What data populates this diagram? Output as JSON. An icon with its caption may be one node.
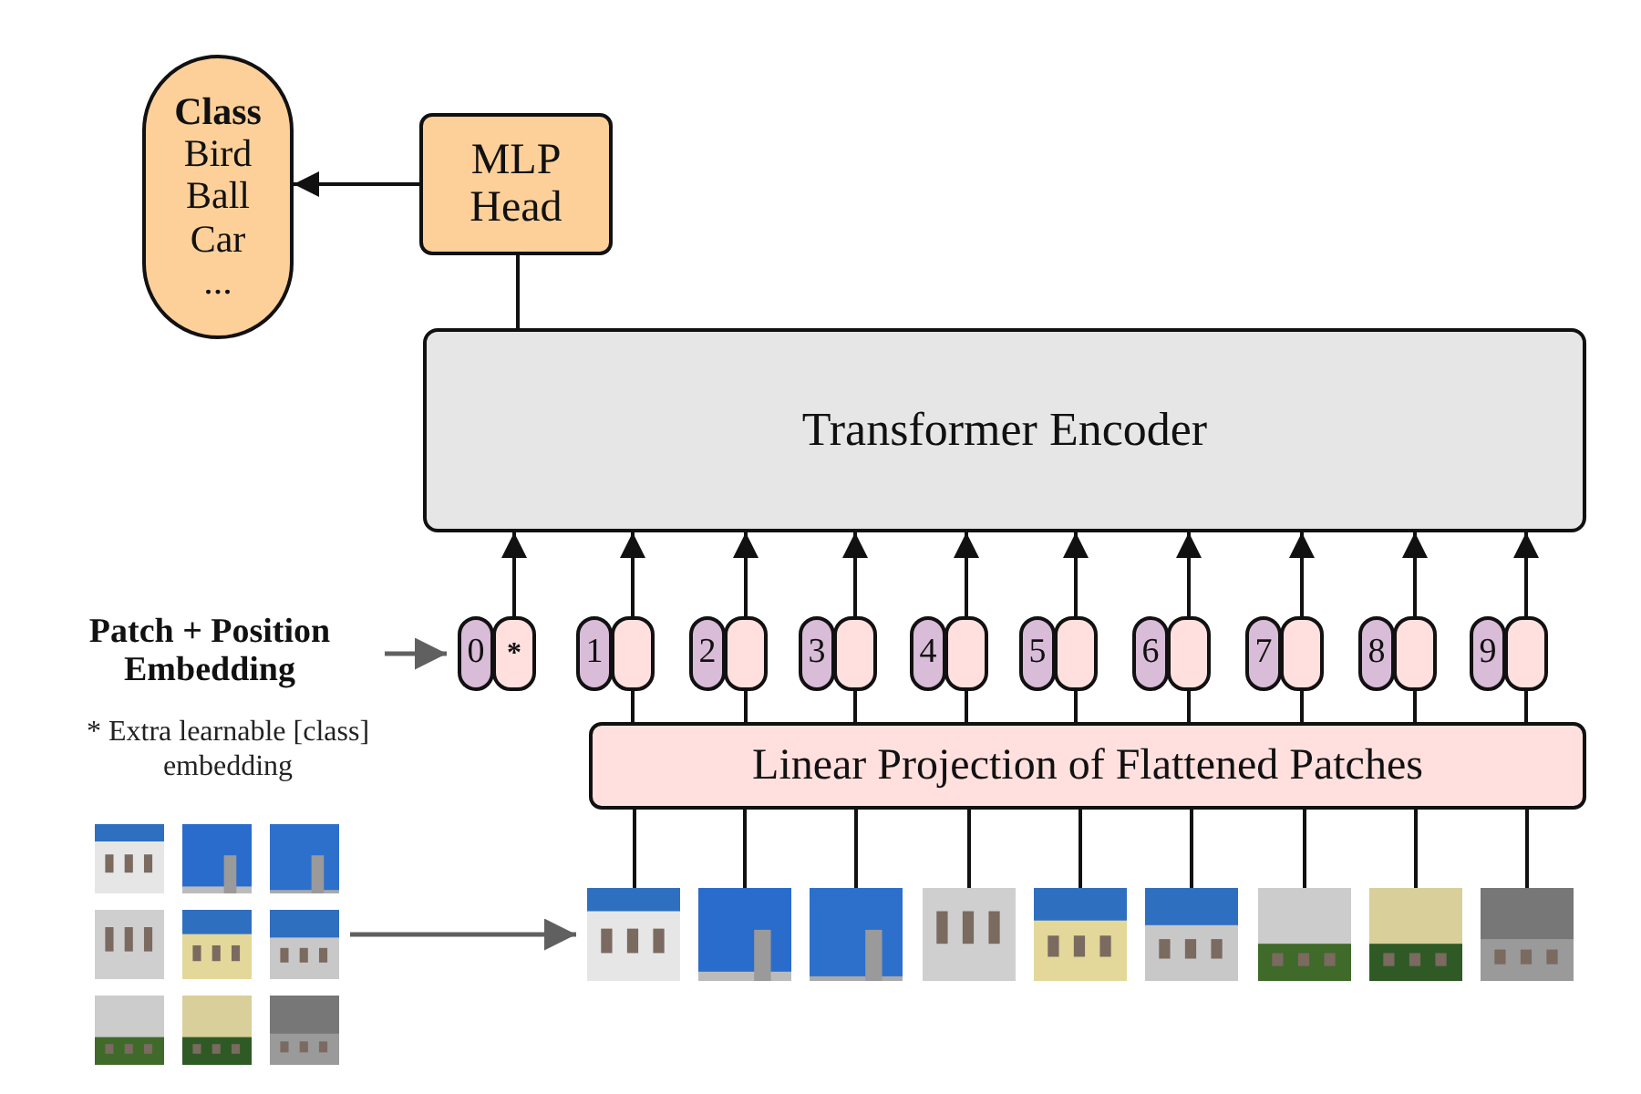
{
  "diagram": {
    "nodes": [
      {
        "text": [
          "Class",
          "Bird",
          "Ball",
          "Car",
          "..."
        ]
      },
      {
        "text": [
          "MLP Head"
        ]
      },
      {
        "text": [
          "Transformer Encoder"
        ]
      },
      {
        "text": [
          "Patch + Position Embedding"
        ]
      },
      {
        "text": [
          "0"
        ]
      },
      {
        "text": [
          "*"
        ]
      },
      {
        "text": [
          "1"
        ]
      },
      {
        "text": [],
        "shape": "box"
      },
      {
        "text": [
          "2"
        ]
      },
      {
        "text": [],
        "shape": "box"
      },
      {
        "text": [
          "3"
        ]
      },
      {
        "text": [],
        "shape": "box"
      },
      {
        "text": [
          "4"
        ]
      },
      {
        "text": [],
        "shape": "box"
      },
      {
        "text": [
          "5"
        ]
      },
      {
        "text": [],
        "shape": "box"
      },
      {
        "text": [
          "6"
        ]
      },
      {
        "text": [],
        "shape": "box"
      },
      {
        "text": [
          "7"
        ]
      },
      {
        "text": [],
        "shape": "box"
      },
      {
        "text": [
          "8"
        ]
      },
      {
        "text": [],
        "shape": "box"
      },
      {
        "text": [
          "9"
        ]
      },
      {
        "text": [],
        "shape": "box"
      },
      {
        "text": [
          "Linear Projection of Flattened Patches"
        ]
      },
      {
        "text": [],
        "shape": "picture"
      },
      {
        "text": [],
        "shape": "picture"
      },
      {
        "text": [],
        "shape": "picture"
      },
      {
        "text": [],
        "shape": "picture"
      },
      {
        "text": [],
        "shape": "picture"
      },
      {
        "text": [],
        "shape": "picture"
      },
      {
        "text": [],
        "shape": "picture"
      },
      {
        "text": [],
        "shape": "picture"
      },
      {
        "text": [],
        "shape": "picture"
      },
      {
        "text": [],
        "shape": "picture"
      }
    ],
    "edges": [
      {
        "from": 1,
        "to": 0,
        "arrow": "to"
      },
      {
        "from": 2,
        "to": 1,
        "arrow": "none"
      },
      {
        "from": 3,
        "to": 4,
        "arrow": "to",
        "color": "#606060"
      },
      {
        "from": 5,
        "to": 2,
        "arrow": "to"
      },
      {
        "from": 7,
        "to": 2,
        "arrow": "to"
      },
      {
        "from": 9,
        "to": 2,
        "arrow": "to"
      },
      {
        "from": 11,
        "to": 2,
        "arrow": "to"
      },
      {
        "from": 13,
        "to": 2,
        "arrow": "to"
      },
      {
        "from": 15,
        "to": 2,
        "arrow": "to"
      },
      {
        "from": 17,
        "to": 2,
        "arrow": "to"
      },
      {
        "from": 19,
        "to": 2,
        "arrow": "to"
      },
      {
        "from": 21,
        "to": 2,
        "arrow": "to"
      },
      {
        "from": 23,
        "to": 2,
        "arrow": "to"
      },
      {
        "from": 24,
        "to": 7,
        "arrow": "none"
      },
      {
        "from": 24,
        "to": 9,
        "arrow": "none"
      },
      {
        "from": 24,
        "to": 11,
        "arrow": "none"
      },
      {
        "from": 24,
        "to": 13,
        "arrow": "none"
      },
      {
        "from": 24,
        "to": 15,
        "arrow": "none"
      },
      {
        "from": 24,
        "to": 17,
        "arrow": "none"
      },
      {
        "from": 24,
        "to": 19,
        "arrow": "none"
      },
      {
        "from": 24,
        "to": 21,
        "arrow": "none"
      },
      {
        "from": 24,
        "to": 23,
        "arrow": "none"
      },
      {
        "from": 26,
        "to": 24,
        "arrow": "none"
      },
      {
        "from": 27,
        "to": 24,
        "arrow": "none"
      },
      {
        "from": 28,
        "to": 24,
        "arrow": "none"
      },
      {
        "from": 29,
        "to": 24,
        "arrow": "none"
      },
      {
        "from": 30,
        "to": 24,
        "arrow": "none"
      },
      {
        "from": 31,
        "to": 24,
        "arrow": "none"
      },
      {
        "from": 32,
        "to": 24,
        "arrow": "none"
      },
      {
        "from": 33,
        "to": 24,
        "arrow": "none"
      },
      {
        "from": 34,
        "to": 24,
        "arrow": "none"
      },
      {
        "from": 25,
        "to": 26,
        "arrow": "to",
        "color": "#606060"
      }
    ],
    "labels": [
      "* Extra learnable [class] embedding"
    ]
  }
}
